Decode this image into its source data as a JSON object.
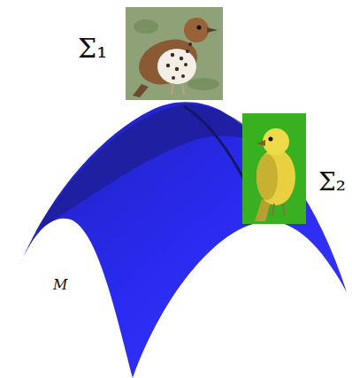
{
  "diagram": {
    "labels": [
      "Σ₁",
      "Σ₂",
      "M"
    ]
  }
}
